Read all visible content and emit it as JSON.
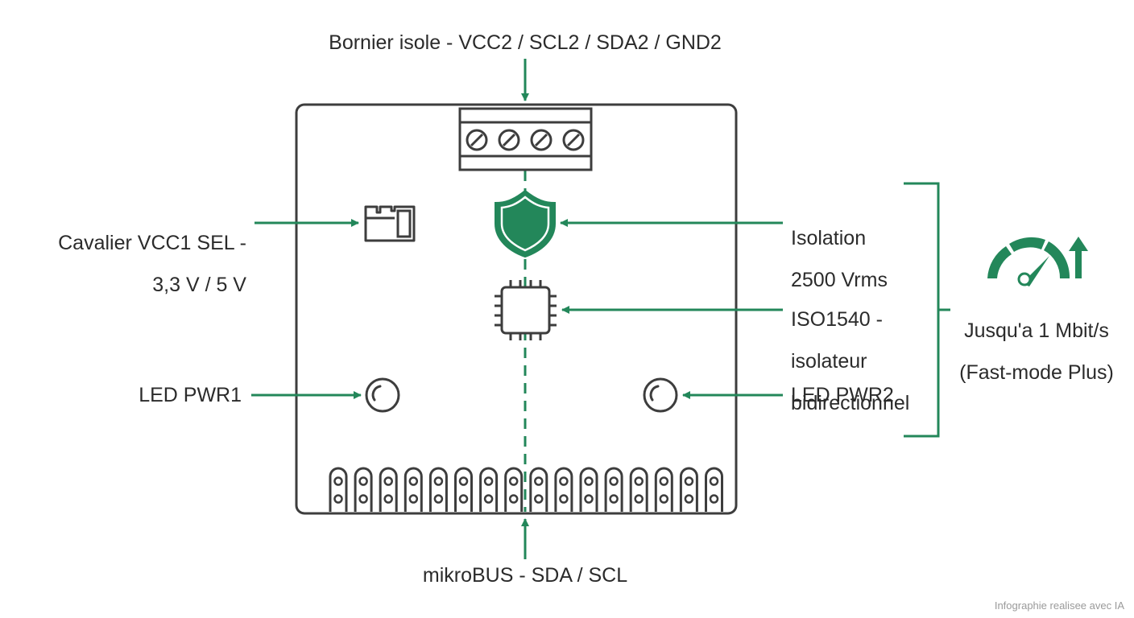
{
  "labels": {
    "terminal": "Bornier isole - VCC2 / SCL2 / SDA2 / GND2",
    "jumper_line1": "Cavalier VCC1 SEL -",
    "jumper_line2": "3,3 V / 5 V",
    "isolation_line1": "Isolation",
    "isolation_line2": "2500 Vrms",
    "chip_line1": "ISO1540 -",
    "chip_line2": "isolateur",
    "chip_line3": "bidirectionnel",
    "led_left": "LED PWR1",
    "led_right": "LED PWR2",
    "speed_line1": "Jusqu'a 1 Mbit/s",
    "speed_line2": "(Fast-mode Plus)",
    "bus": "mikroBUS - SDA / SCL"
  },
  "credit": "Infographie realisee avec IA",
  "colors": {
    "accent": "#23875a",
    "outline": "#3d3d3d",
    "text": "#2b2b2b"
  },
  "icons": [
    "screw-terminal-icon",
    "shield-icon",
    "chip-icon",
    "jumper-icon",
    "led-icon",
    "speedometer-icon",
    "up-arrow-icon"
  ]
}
